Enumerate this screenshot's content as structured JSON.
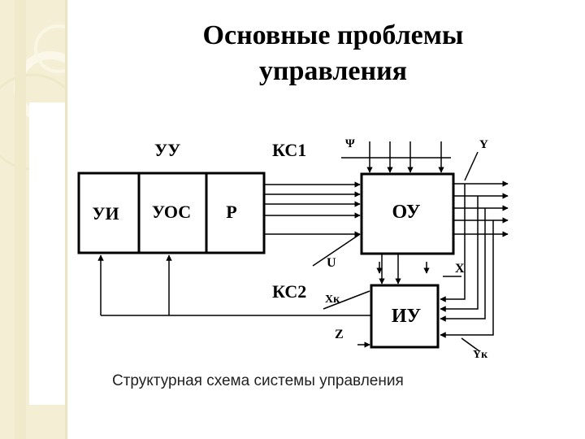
{
  "title": {
    "line1": "Основные проблемы",
    "line2": "управления"
  },
  "diagram": {
    "blocks": {
      "ui": "УИ",
      "uos": "УОС",
      "r": "Р",
      "ou": "ОУ",
      "iu": "ИУ"
    },
    "labels": {
      "uu": "УУ",
      "ks1": "КС1",
      "ks2": "КС2",
      "psi": "Ψ",
      "y": "Y",
      "u": "U",
      "x": "X",
      "xk": "Xк",
      "z": "Z",
      "yk": "Yк"
    }
  },
  "caption": "Структурная схема  системы управления",
  "colors": {
    "sidebar": "#f4efd4",
    "ink": "#000000"
  }
}
